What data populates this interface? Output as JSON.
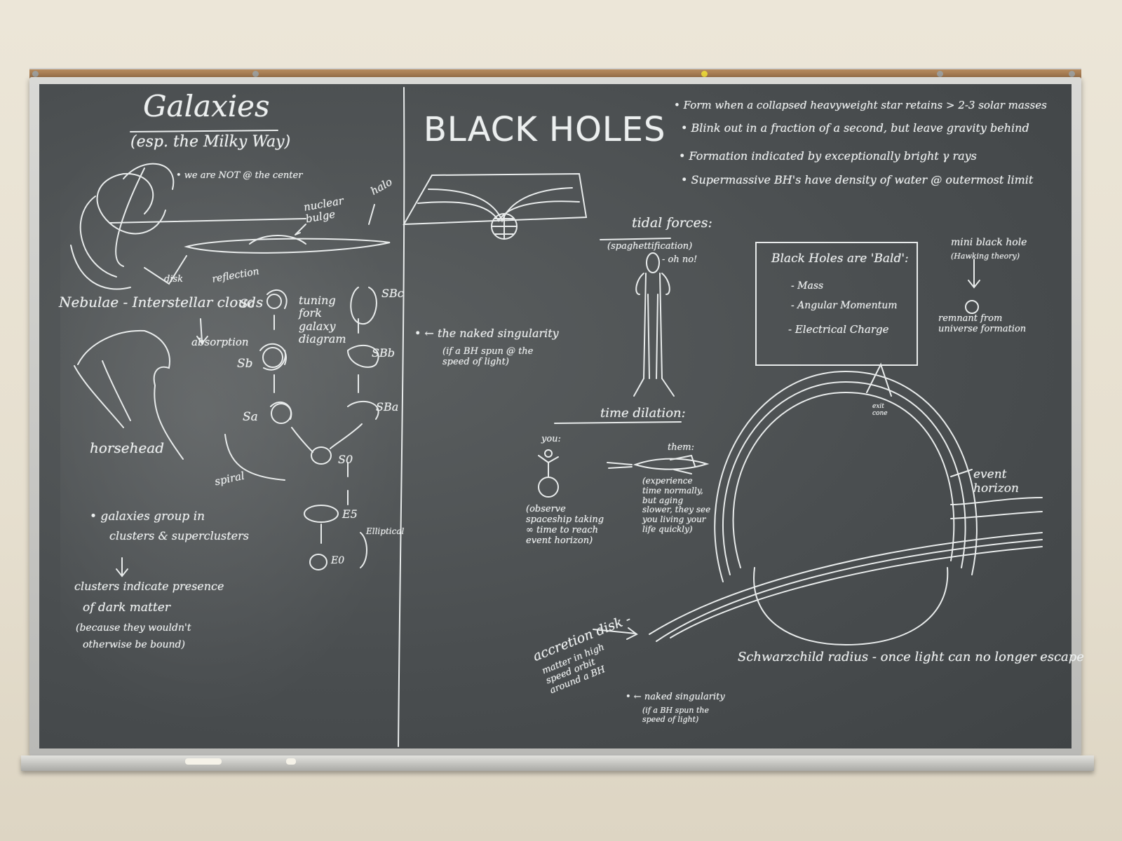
{
  "left": {
    "title": "Galaxies",
    "subtitle": "(esp. the Milky Way)",
    "not_center": "• we are NOT @ the center",
    "halo": "halo",
    "nuclear_bulge": "nuclear bulge",
    "disk": "disk",
    "reflection": "reflection",
    "nebulae": "Nebulae - Interstellar clouds",
    "absorption": "absorption",
    "horsehead": "horsehead",
    "tuning_fork": "tuning fork galaxy diagram",
    "spiral": "spiral",
    "elliptical": "Elliptical",
    "classes": {
      "sc": "Sc",
      "sb": "Sb",
      "sa": "Sa",
      "sbc": "SBc",
      "sbb": "SBb",
      "sba": "SBa",
      "s0": "S0",
      "e5": "E5",
      "e0": "E0"
    },
    "groups": "• galaxies group in",
    "groups2": "clusters & superclusters",
    "dark1": "clusters indicate presence",
    "dark2": "of dark matter",
    "dark3": "(because they wouldn't",
    "dark4": "otherwise be bound)"
  },
  "right": {
    "title": "BLACK HOLES",
    "facts": [
      "• Form when a collapsed heavyweight star retains > 2-3 solar masses",
      "• Blink out in a fraction of a second, but leave gravity behind",
      "• Formation indicated by exceptionally bright γ rays",
      "• Supermassive BH's have density of water @ outermost limit"
    ],
    "tidal": "tidal forces:",
    "spaghetti": "(spaghettification)",
    "oh_no": "- oh no!",
    "naked1": "• ← the naked singularity",
    "naked1_sub": "(if a BH spun @ the speed of light)",
    "bald_title": "Black Holes are 'Bald':",
    "bald_items": [
      "- Mass",
      "- Angular Momentum",
      "- Electrical Charge"
    ],
    "mini": "mini black hole",
    "hawking": "(Hawking theory)",
    "remnant": "remnant from universe formation",
    "time_dilation": "time dilation:",
    "you": "you:",
    "them": "them:",
    "observe": "(observe spaceship taking ∞ time to reach event horizon)",
    "experience": "(experience time normally, but aging slower, they see you living your life quickly)",
    "event_horizon": "event horizon",
    "exit_cone": "exit cone",
    "accretion": "accretion disk -",
    "accretion_sub": "matter in high speed orbit around a BH",
    "schwarzschild": "Schwarzchild radius - once light can no longer escape",
    "naked2": "• ← naked singularity",
    "naked2_sub": "(if a BH spun the speed of light)"
  }
}
